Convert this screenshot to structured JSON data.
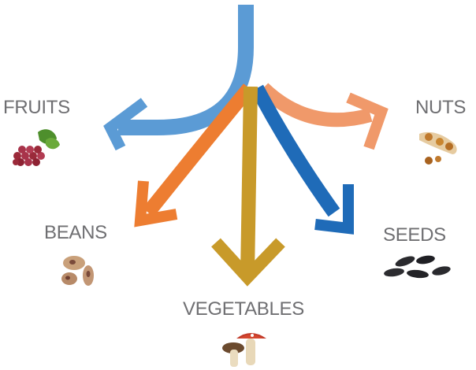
{
  "diagram": {
    "categories": [
      {
        "id": "fruits",
        "label": "FRUITS",
        "arrow_color": "#5B9BD5",
        "icon": "grapes-icon"
      },
      {
        "id": "beans",
        "label": "BEANS",
        "arrow_color": "#ED7D31",
        "icon": "beans-icon"
      },
      {
        "id": "vegetables",
        "label": "VEGETABLES",
        "arrow_color": "#C89A2A",
        "icon": "mushroom-icon"
      },
      {
        "id": "seeds",
        "label": "SEEDS",
        "arrow_color": "#1F6BB8",
        "icon": "seeds-icon"
      },
      {
        "id": "nuts",
        "label": "NUTS",
        "arrow_color": "#F0996A",
        "icon": "nut-pod-icon"
      }
    ],
    "label_color": "#6F6F72"
  }
}
